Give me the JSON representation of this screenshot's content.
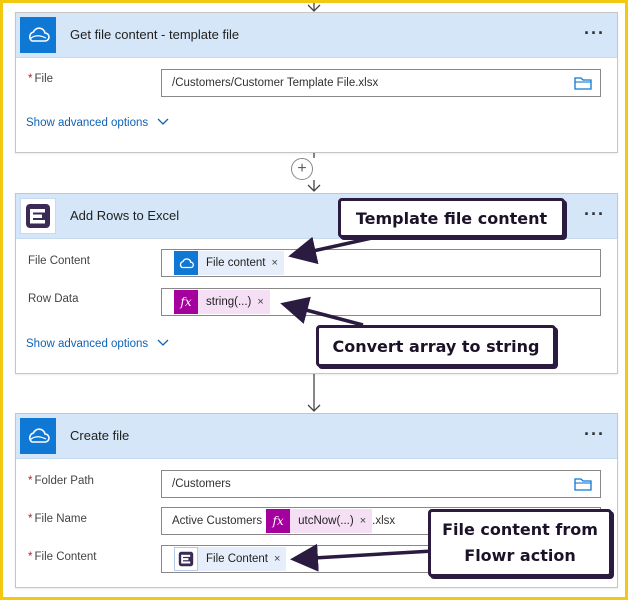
{
  "get_file_card": {
    "title": "Get file content - template file",
    "more": "···",
    "file_label": "File",
    "file_value": "/Customers/Customer Template File.xlsx",
    "advanced_label": "Show advanced options"
  },
  "add_step": {
    "symbol": "+"
  },
  "add_rows_card": {
    "title": "Add Rows to Excel",
    "more": "···",
    "file_content_label": "File Content",
    "file_content_token": "File content",
    "row_data_label": "Row Data",
    "row_data_token": "string(...)",
    "advanced_label": "Show advanced options"
  },
  "create_file_card": {
    "title": "Create file",
    "more": "···",
    "folder_path_label": "Folder Path",
    "folder_path_value": "/Customers",
    "file_name_label": "File Name",
    "file_name_prefix": "Active Customers",
    "file_name_token": "utcNow(...)",
    "file_name_suffix": ".xlsx",
    "file_content_label": "File Content",
    "file_content_token": "File Content"
  },
  "tokens": {
    "remove": "×",
    "expression_symbol": "fx",
    "required_mark": "*"
  },
  "callouts": {
    "template": "Template file content",
    "convert": "Convert array to string",
    "flowr_line1": "File content from",
    "flowr_line2": "Flowr action"
  },
  "icons": {
    "cloud": "onedrive-cloud-icon",
    "flowr": "flowr-logo-icon",
    "folder": "folder-icon",
    "chevron": "chevron-down-icon",
    "expression": "expression-fx-icon"
  },
  "colors": {
    "header_bg": "#d4e6f7",
    "onedrive": "#0f78d4",
    "expression": "#a4009e",
    "flowr": "#3a2a56",
    "link": "#0f62b5",
    "callout_border": "#2b1b40",
    "frame": "#f2c811"
  }
}
